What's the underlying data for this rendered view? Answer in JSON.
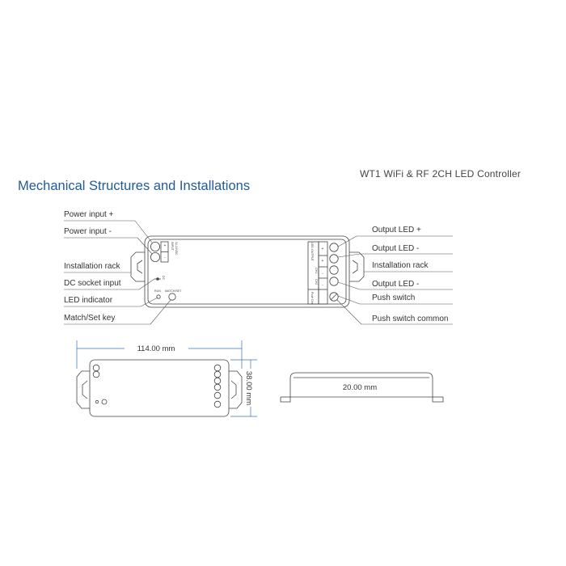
{
  "header": {
    "product": "WT1  WiFi & RF 2CH LED Controller"
  },
  "section_title": "Mechanical Structures and Installations",
  "left_labels": [
    "Power input +",
    "Power input -",
    "Installation rack",
    "DC socket input",
    "LED indicator",
    "Match/Set key"
  ],
  "right_labels": [
    "Output LED +",
    "Output LED -",
    "Installation rack",
    "Output LED -",
    "Push switch",
    "Push switch common"
  ],
  "device_print": {
    "input": "INPUT",
    "voltage": "12-24VDC",
    "plus": "+",
    "minus": "-",
    "run": "RUN",
    "match_set": "MATCH/SET",
    "dc": "DC",
    "led_output": "LED OUTPUT",
    "push_dim": "Push Dim",
    "ch1": "CH1",
    "ch2": "CH2",
    "out_minus": "-",
    "out_plus": "+"
  },
  "dimensions": {
    "length": "114.00 mm",
    "width": "38.00 mm",
    "height": "20.00 mm"
  }
}
